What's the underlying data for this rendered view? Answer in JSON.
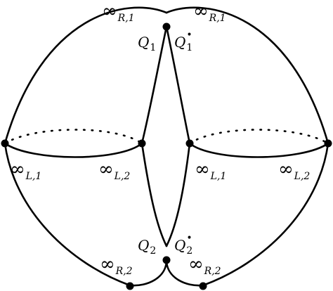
{
  "figure": {
    "colors": {
      "stroke": "#000000",
      "background": "#ffffff"
    },
    "left_lobe": {
      "top_label": {
        "symbol": "∞",
        "sub": "R,1"
      },
      "bottom_label": {
        "symbol": "∞",
        "sub": "R,2"
      },
      "equator_left_label": {
        "symbol": "∞",
        "sub": "L,1"
      },
      "equator_right_label": {
        "symbol": "∞",
        "sub": "L,2"
      },
      "upper_junction_label": {
        "letter": "Q",
        "sub": "1"
      },
      "lower_junction_label": {
        "letter": "Q",
        "sub": "2"
      }
    },
    "right_lobe": {
      "top_label": {
        "symbol": "∞",
        "sub": "R,1"
      },
      "bottom_label": {
        "symbol": "∞",
        "sub": "R,2"
      },
      "equator_left_label": {
        "symbol": "∞",
        "sub": "L,1"
      },
      "equator_right_label": {
        "symbol": "∞",
        "sub": "L,2"
      },
      "upper_junction_label": {
        "letter": "Q",
        "sub": "1",
        "sup": "•"
      },
      "lower_junction_label": {
        "letter": "Q",
        "sub": "2",
        "sup": "•"
      }
    }
  }
}
